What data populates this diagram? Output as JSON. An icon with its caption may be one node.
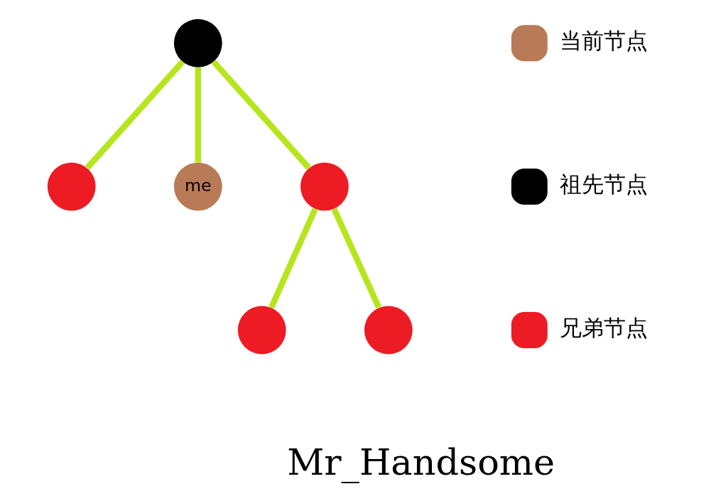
{
  "diagram": {
    "nodes": [
      {
        "text": [],
        "shape": "circle"
      },
      {
        "text": [],
        "shape": "circle"
      },
      {
        "text": [
          "me"
        ]
      },
      {
        "text": [],
        "shape": "circle"
      },
      {
        "text": [],
        "shape": "circle"
      },
      {
        "text": [],
        "shape": "circle"
      }
    ],
    "edges": [
      {
        "from": 0,
        "to": 1,
        "arrow": "none"
      },
      {
        "from": 0,
        "to": 2,
        "arrow": "none"
      },
      {
        "from": 0,
        "to": 3,
        "arrow": "none"
      },
      {
        "from": 3,
        "to": 4,
        "arrow": "none"
      },
      {
        "from": 3,
        "to": 5,
        "arrow": "none"
      }
    ],
    "labels": [
      "Mr_Handsome"
    ],
    "legend": [
      {
        "text": "当前节点",
        "color": "#b97a57"
      },
      {
        "text": "祖先节点",
        "color": "#000000"
      },
      {
        "text": "兄弟节点",
        "color": "#ed1c24"
      }
    ]
  }
}
